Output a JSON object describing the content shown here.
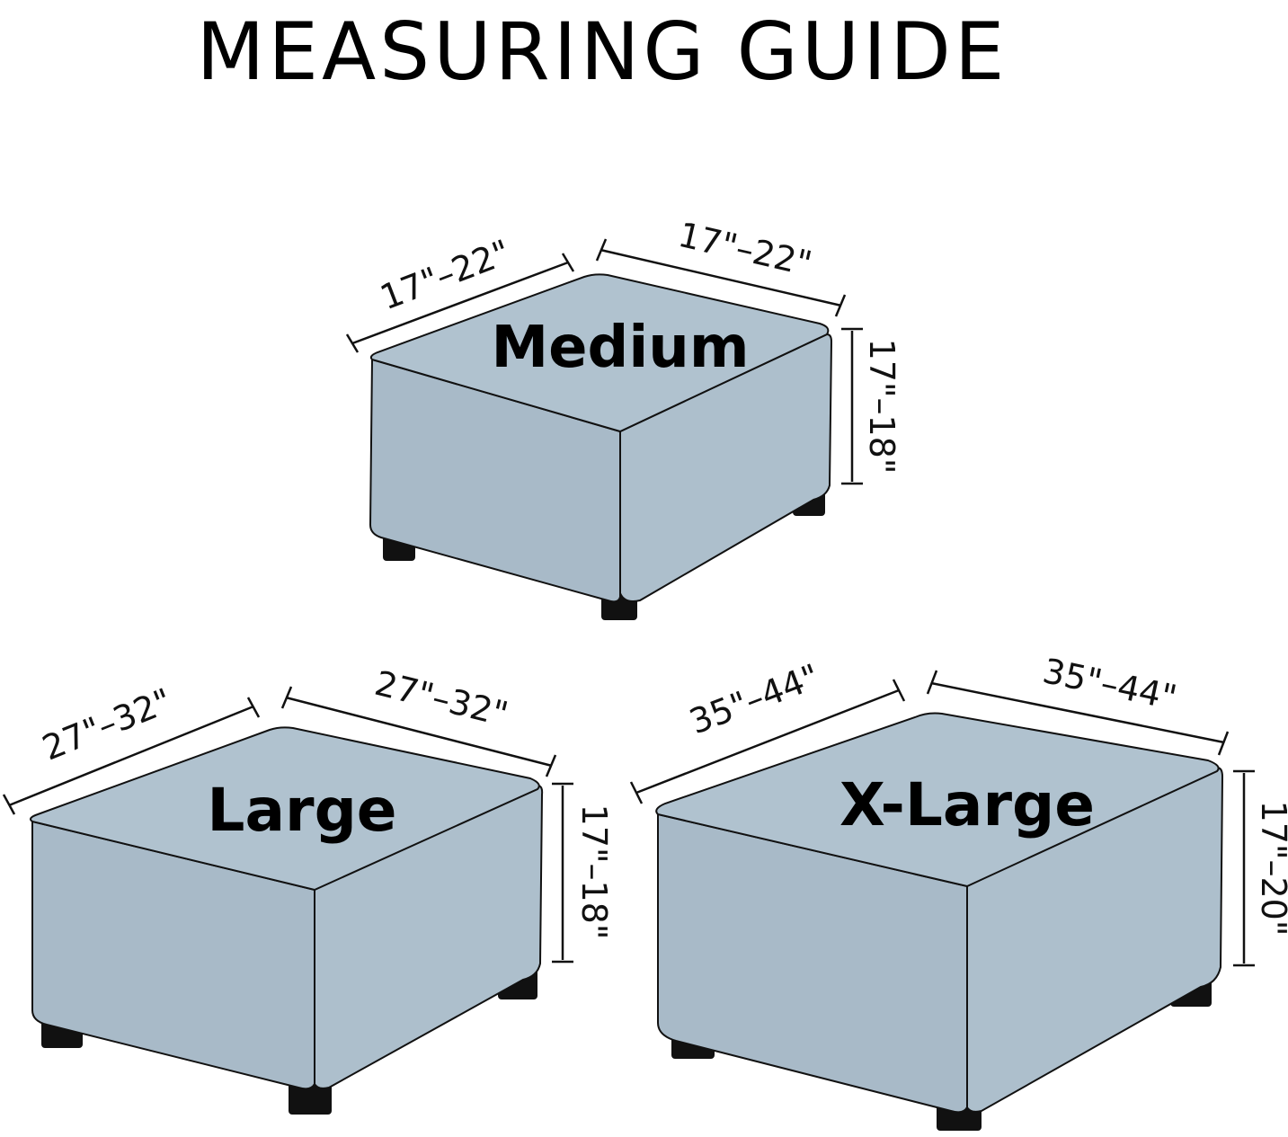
{
  "title": "MEASURING GUIDE",
  "colors": {
    "fabric": "#adbfcc",
    "outline": "#111111",
    "legs": "#111111"
  },
  "ottomans": [
    {
      "size": "Medium",
      "length": "17\"–22\"",
      "width": "17\"–22\"",
      "height": "17\"–18\""
    },
    {
      "size": "Large",
      "length": "27\"–32\"",
      "width": "27\"–32\"",
      "height": "17\"–18\""
    },
    {
      "size": "X-Large",
      "length": "35\"–44\"",
      "width": "35\"–44\"",
      "height": "17\"–20\""
    }
  ]
}
